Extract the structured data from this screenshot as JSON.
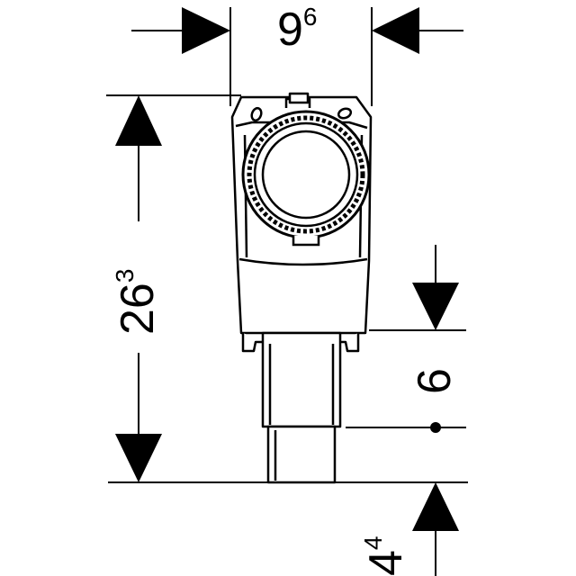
{
  "dimensions": {
    "width": {
      "main": "9",
      "sup": "6"
    },
    "height": {
      "main": "26",
      "sup": "3"
    },
    "outlet_offset": {
      "main": "6",
      "sup": ""
    },
    "outlet_length": {
      "main": "4",
      "sup": "4"
    }
  },
  "colors": {
    "line": "#000000",
    "background": "#ffffff"
  }
}
